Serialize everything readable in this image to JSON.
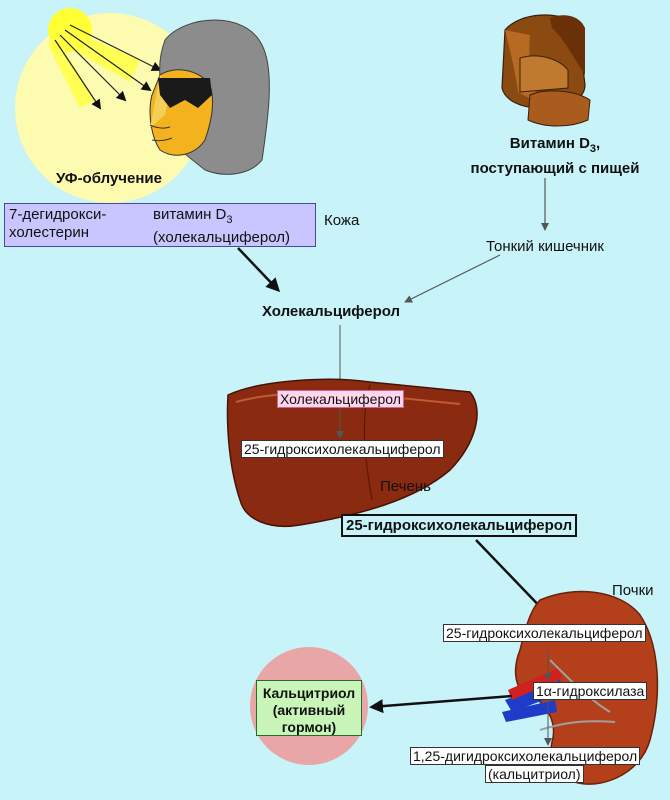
{
  "uv_label": "УФ-облучение",
  "skin": {
    "precursor_line1": "7-дегидрокси-",
    "precursor_line2": "холестерин",
    "product_line1": "витамин D",
    "product_sub": "3",
    "product_line2": "(холекальциферол)",
    "organ_label": "Кожа"
  },
  "food": {
    "line1": "Витамин D",
    "sub": "3",
    "line1_suffix": ",",
    "line2": "поступающий с пищей"
  },
  "intestine_label": "Тонкий кишечник",
  "cholecalciferol_label": "Холекальциферол",
  "liver": {
    "input_tag": "Холекальциферол",
    "output_tag": "25-гидроксихолекальциферол",
    "organ_label": "Печень"
  },
  "hydroxy_label": "25-гидроксихолекальциферол",
  "kidney": {
    "organ_label": "Почки",
    "input_tag": "25-гидроксихолекальциферол",
    "enzyme_prefix": "1",
    "enzyme_greek": "α",
    "enzyme_suffix": "-гидроксилаза",
    "product_line1": "1,25-дигидроксихолекальциферол",
    "product_line2": "(кальцитриол)"
  },
  "calcitriol": {
    "line1": "Кальцитриол",
    "line2": "(активный",
    "line3": "гормон)"
  },
  "colors": {
    "background": "#c7f3f9",
    "sun_glow": "#fdfbb0",
    "liver": "#8a2a10",
    "kidney": "#b3401a",
    "skin_box": "#c9c6ff",
    "calcitriol_box": "#c9f5b8",
    "calcitriol_halo": "#e8a6a6"
  }
}
